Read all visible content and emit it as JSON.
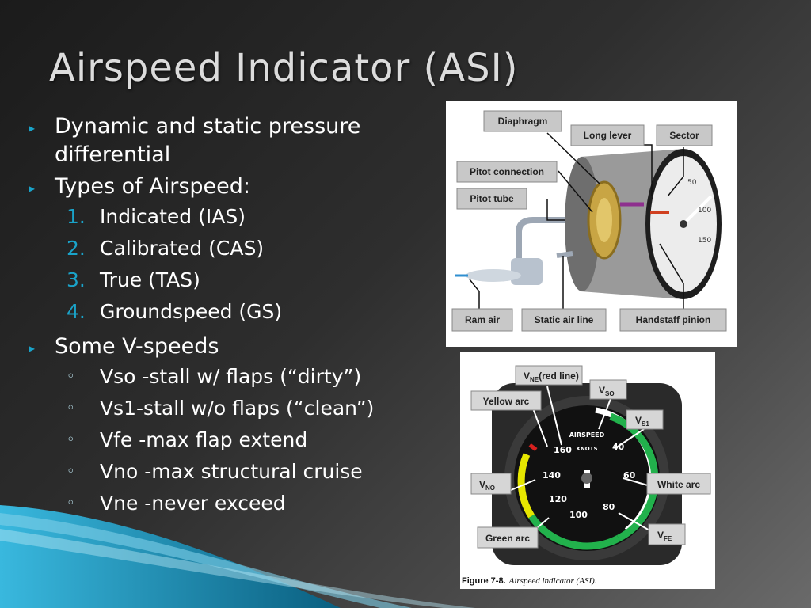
{
  "slide": {
    "title": "Airspeed Indicator (ASI)",
    "bullets": {
      "b1": "Dynamic and static pressure differential",
      "b2": "Types of Airspeed:",
      "b3": "Some V-speeds"
    },
    "types": [
      {
        "num": "1.",
        "text": "Indicated (IAS)"
      },
      {
        "num": "2.",
        "text": "Calibrated (CAS)"
      },
      {
        "num": "3.",
        "text": "True (TAS)"
      },
      {
        "num": "4.",
        "text": "Groundspeed (GS)"
      }
    ],
    "vspeeds": [
      "Vso -stall w/ flaps (“dirty”)",
      "Vs1-stall w/o flaps (“clean”)",
      "Vfe -max flap extend",
      "Vno -max structural cruise",
      "Vne -never exceed"
    ],
    "bullet_marker": "▸",
    "sub_marker": "◦"
  },
  "figure1": {
    "labels": {
      "diaphragm": "Diaphragm",
      "long_lever": "Long lever",
      "sector": "Sector",
      "pitot_connection": "Pitot connection",
      "pitot_tube": "Pitot tube",
      "ram_air": "Ram air",
      "static_air_line": "Static air line",
      "handstaff_pinion": "Handstaff pinion"
    },
    "dial_numbers": [
      "50",
      "100",
      "150"
    ]
  },
  "figure2": {
    "labels": {
      "vne_main": "V",
      "vne_sub": "NE",
      "vne_rest": "(red line)",
      "yellow_arc": "Yellow arc",
      "vso_main": "V",
      "vso_sub": "SO",
      "vs1_main": "V",
      "vs1_sub": "S1",
      "vno_main": "V",
      "vno_sub": "NO",
      "white_arc": "White arc",
      "green_arc": "Green arc",
      "vfe_main": "V",
      "vfe_sub": "FE"
    },
    "dial_text": {
      "top": "AIRSPEED",
      "unit": "KNOTS"
    },
    "dial_numbers": [
      "40",
      "60",
      "80",
      "100",
      "120",
      "140",
      "160"
    ],
    "caption_bold": "Figure 7-8.",
    "caption_italic": "Airspeed indicator (ASI)."
  },
  "colors": {
    "accent": "#1aa3c9",
    "wave": "#1d9cc4",
    "yellow_arc": "#e6e600",
    "green_arc": "#22b14c",
    "white_arc": "#ffffff",
    "red_line": "#d8201e"
  }
}
